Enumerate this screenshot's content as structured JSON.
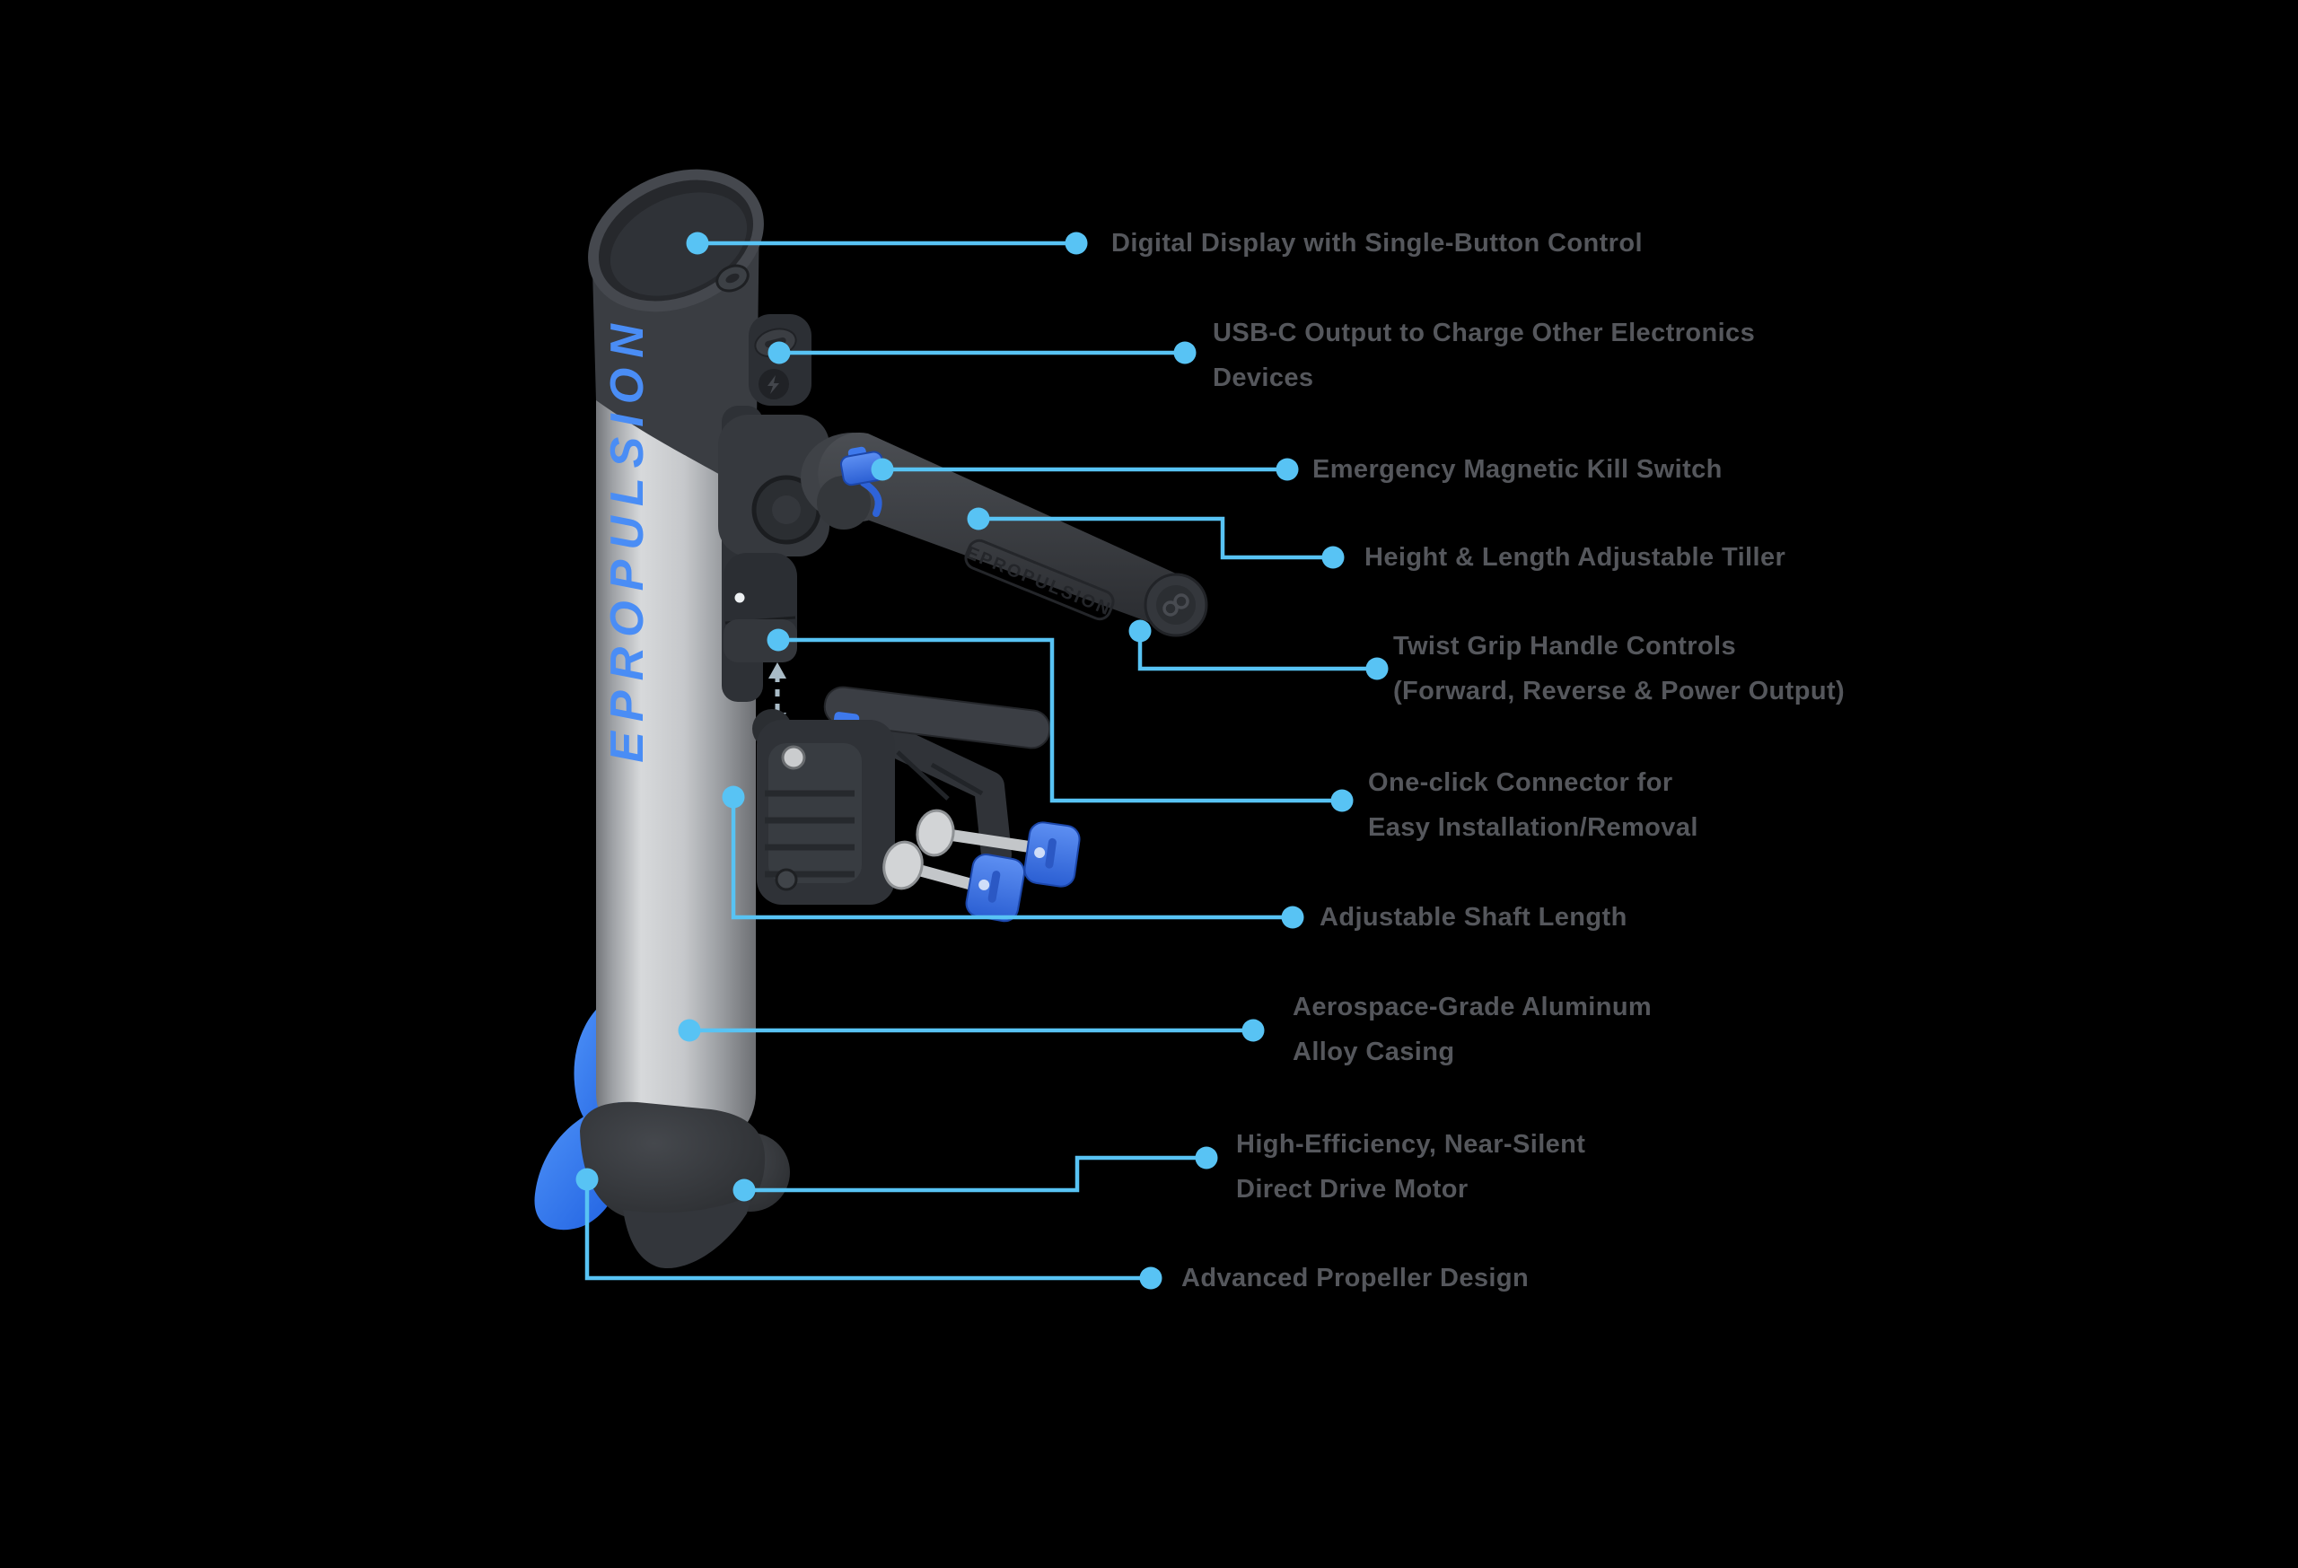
{
  "scene": {
    "background_color": "#000000",
    "shaft_brand_text": "EPROPULSION",
    "tiller_brand_text": "EPROPULSION"
  },
  "style": {
    "accent_blue": "#58c3f4",
    "label_text_color": "#55575c",
    "propeller_blue": "#2f7df2",
    "brand_blue": "#4a8df5"
  },
  "labels": [
    {
      "id": "digital-display",
      "lines": [
        "Digital Display with Single-Button Control"
      ]
    },
    {
      "id": "usb-c-output",
      "lines": [
        "USB-C Output to Charge Other Electronics",
        "Devices"
      ]
    },
    {
      "id": "kill-switch",
      "lines": [
        "Emergency Magnetic Kill Switch"
      ]
    },
    {
      "id": "adjustable-tiller",
      "lines": [
        "Height & Length Adjustable Tiller"
      ]
    },
    {
      "id": "twist-grip",
      "lines": [
        "Twist Grip Handle Controls",
        "(Forward, Reverse & Power Output)"
      ]
    },
    {
      "id": "one-click-connector",
      "lines": [
        "One-click Connector for",
        "Easy Installation/Removal"
      ]
    },
    {
      "id": "shaft-length",
      "lines": [
        "Adjustable Shaft Length"
      ]
    },
    {
      "id": "aluminum-casing",
      "lines": [
        "Aerospace-Grade Aluminum",
        "Alloy Casing"
      ]
    },
    {
      "id": "drive-motor",
      "lines": [
        "High-Efficiency, Near-Silent",
        "Direct Drive Motor"
      ]
    },
    {
      "id": "propeller",
      "lines": [
        "Advanced Propeller Design"
      ]
    }
  ]
}
